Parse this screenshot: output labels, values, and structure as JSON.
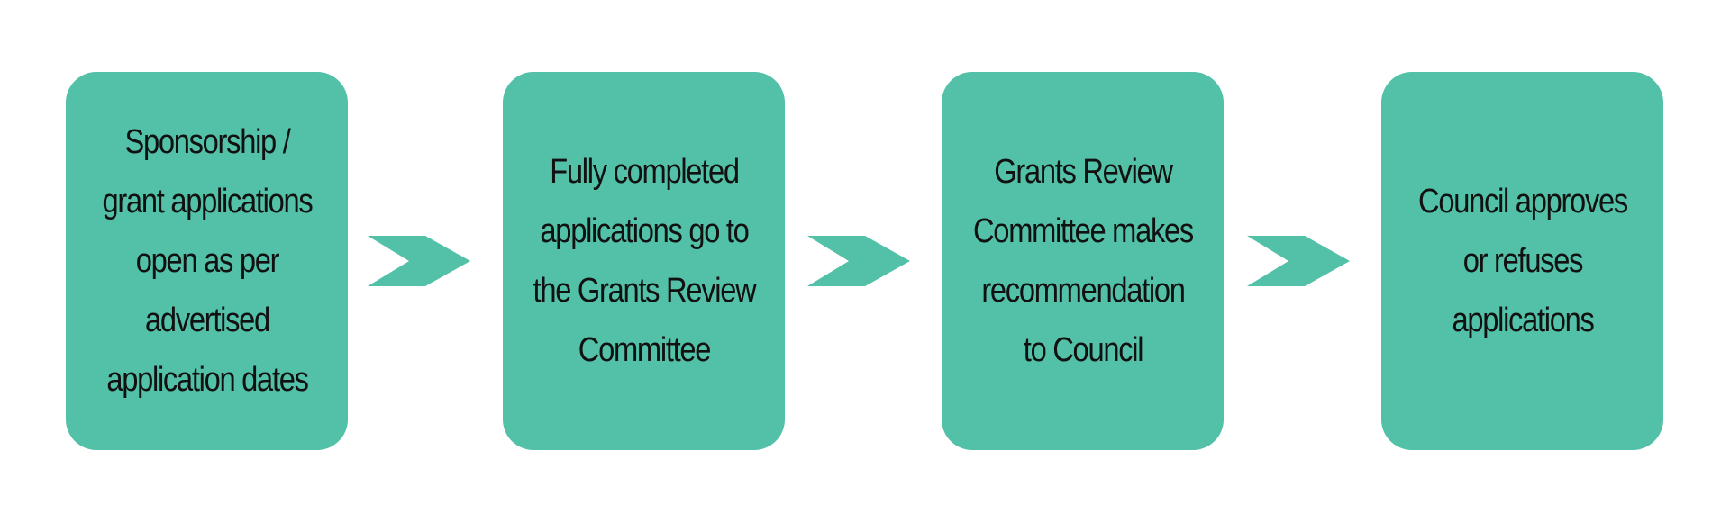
{
  "colors": {
    "box_fill": "#52c1a8",
    "arrow_fill": "#52c1a8",
    "text": "#111111",
    "background": "#ffffff"
  },
  "steps": [
    {
      "label": "Sponsorship /\ngrant applications\nopen as per\nadvertised\napplication dates"
    },
    {
      "label": "Fully completed\napplications go to\nthe Grants Review\nCommittee"
    },
    {
      "label": "Grants Review\nCommittee makes\nrecommendation\nto Council"
    },
    {
      "label": "Council approves\nor refuses\napplications"
    }
  ],
  "connectors": [
    {
      "icon": "chevron-right-icon"
    },
    {
      "icon": "chevron-right-icon"
    },
    {
      "icon": "chevron-right-icon"
    }
  ]
}
